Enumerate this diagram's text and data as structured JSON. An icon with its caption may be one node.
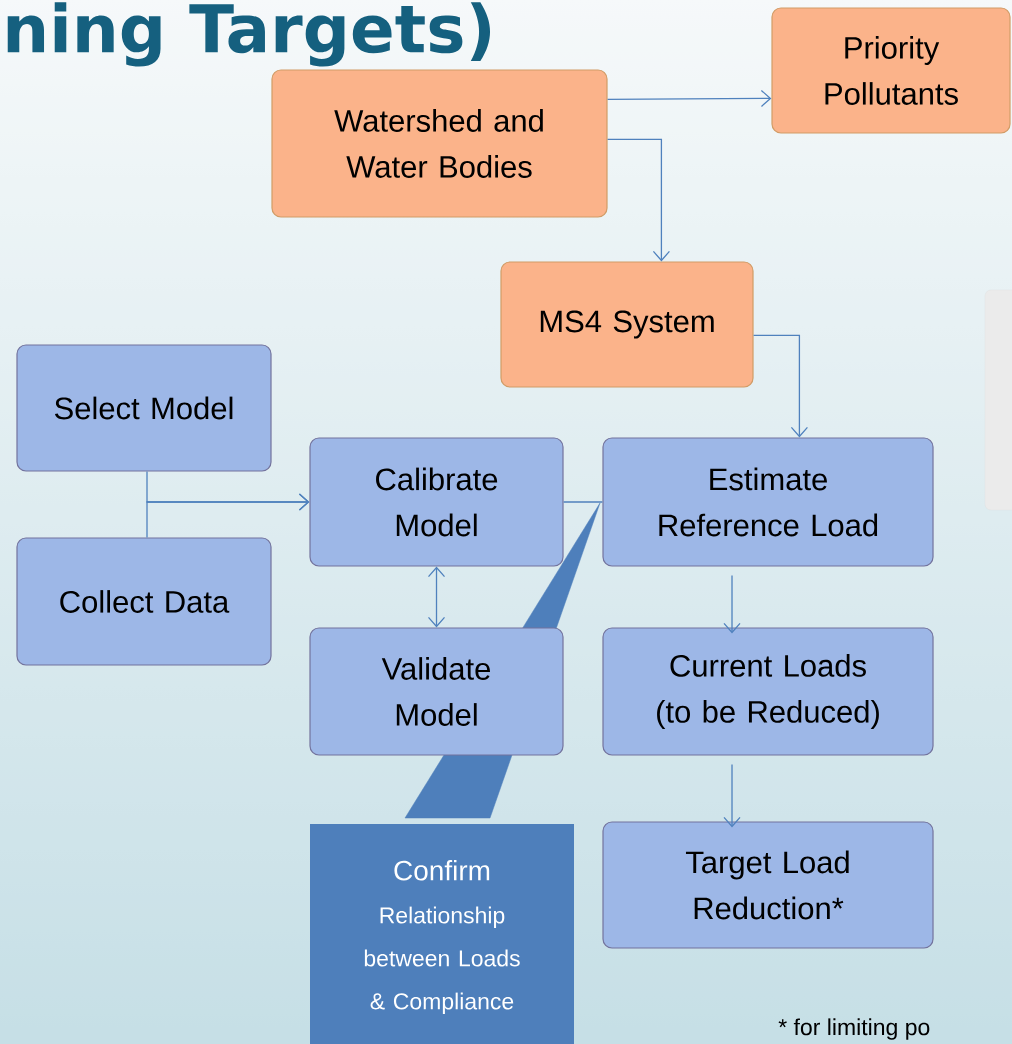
{
  "diagram": {
    "title": "ning Targets)",
    "nodes": [
      {
        "text": [
          "Watershed and Water Bodies"
        ]
      },
      {
        "text": [
          "Priority Pollutants"
        ]
      },
      {
        "text": [
          "MS4 System"
        ]
      },
      {
        "text": [
          "Select Model"
        ]
      },
      {
        "text": [
          "Collect Data"
        ]
      },
      {
        "text": [
          "Calibrate Model"
        ]
      },
      {
        "text": [
          "Estimate Reference Load"
        ]
      },
      {
        "text": [
          "Validate Model"
        ]
      },
      {
        "text": [
          "Current Loads (to be Reduced)"
        ]
      },
      {
        "text": [
          "Target Load Reduction*"
        ]
      },
      {
        "text": [
          "Confirm",
          "Relationship between Loads & Compliance"
        ]
      }
    ],
    "edges": [
      {
        "from": 0,
        "to": 1,
        "arrow": "to"
      },
      {
        "from": 0,
        "to": 2,
        "arrow": "to"
      },
      {
        "from": 2,
        "to": 6,
        "arrow": "to"
      },
      {
        "from": 3,
        "to": 5,
        "arrow": "to"
      },
      {
        "from": 4,
        "to": 5,
        "arrow": "to"
      },
      {
        "from": 5,
        "to": 7,
        "arrow": "both"
      },
      {
        "from": 5,
        "to": 6,
        "arrow": "none"
      },
      {
        "from": 6,
        "to": 8,
        "arrow": "to"
      },
      {
        "from": 8,
        "to": 9,
        "arrow": "to"
      },
      {
        "from": 10,
        "to": null,
        "arrow": "to"
      }
    ],
    "labels": [
      "* for limiting po"
    ]
  }
}
